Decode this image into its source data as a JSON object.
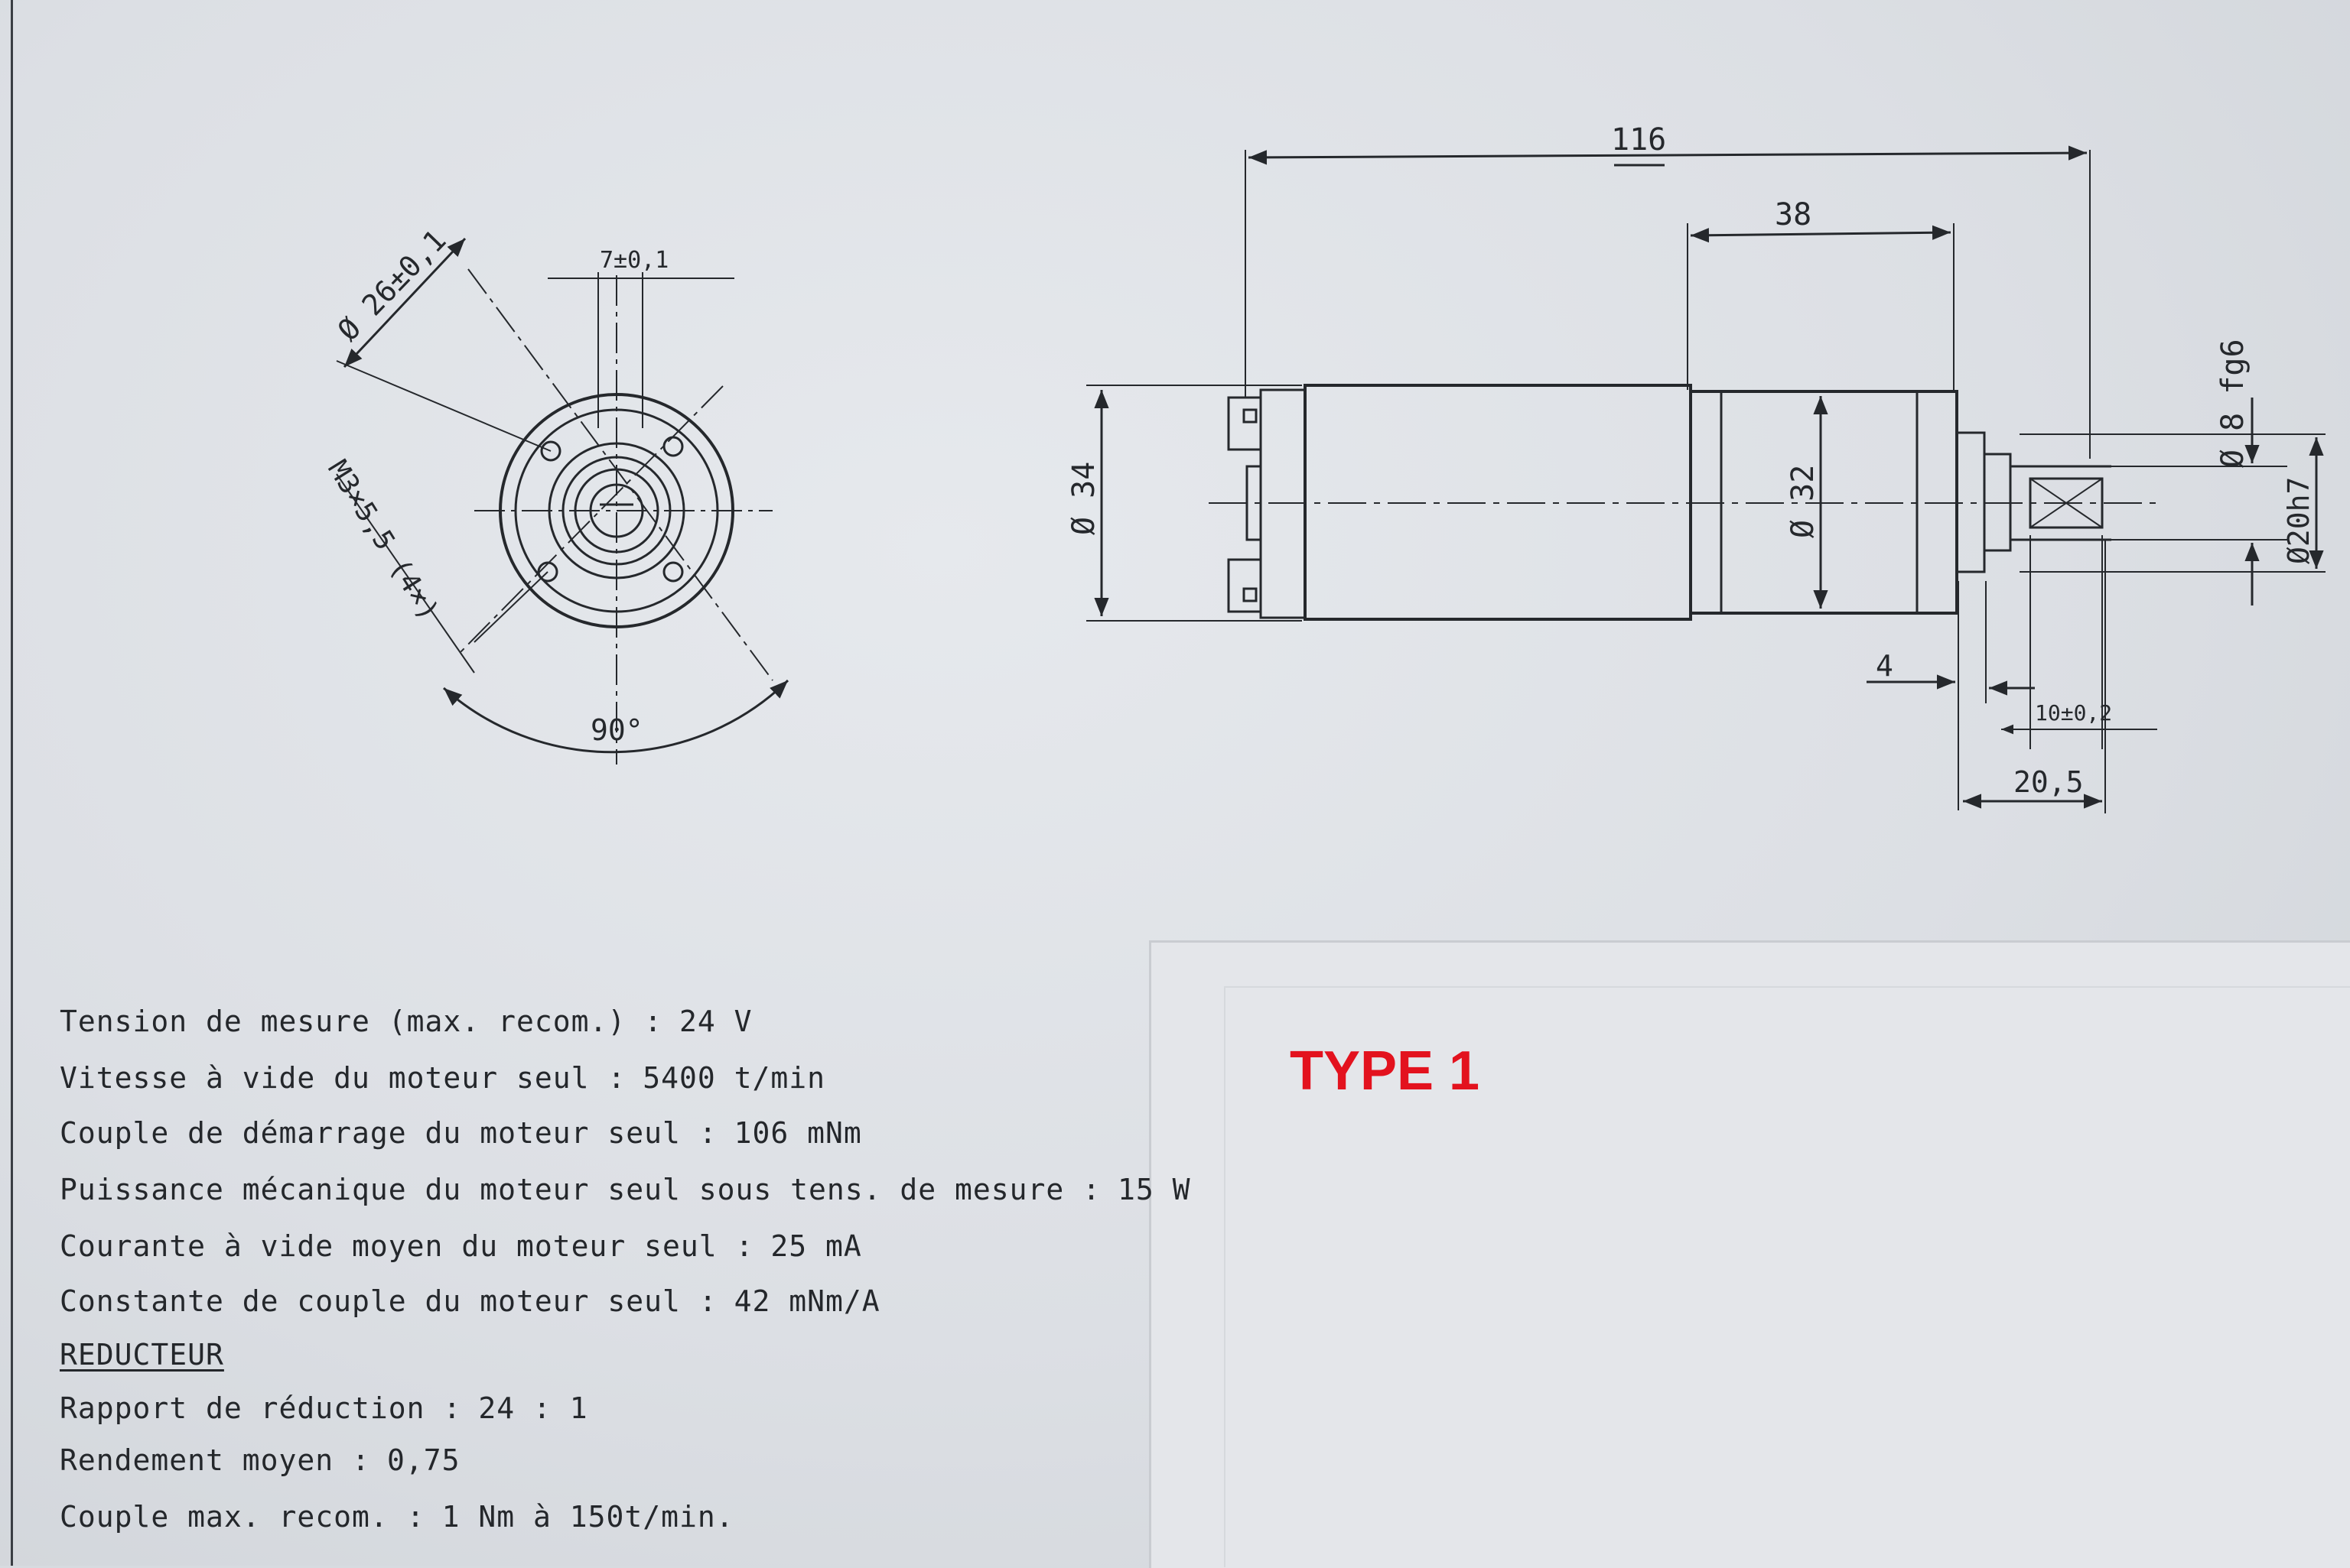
{
  "front_view": {
    "dim_diameter": "Ø 26±0,1",
    "dim_offset": "7±0,1",
    "dim_holes": "M3×5,5 (4×)",
    "dim_angle": "90°"
  },
  "side_view": {
    "dim_total_length": "116",
    "dim_gear_length": "38",
    "dim_motor_diameter": "Ø 34",
    "dim_gear_diameter": "Ø 32",
    "dim_shaft_diameter": "Ø 8 fg6",
    "dim_spigot_diameter": "Ø20h7",
    "dim_spigot_length": "4",
    "dim_flat_length": "10±0,2",
    "dim_shaft_length": "20,5"
  },
  "specs": [
    {
      "label": "Tension de mesure    (max. recom.) :",
      "value": "24 V"
    },
    {
      "label": "Vitesse à vide du moteur seul :",
      "value": "5400 t/min"
    },
    {
      "label": "Couple de démarrage du moteur seul :",
      "value": "106 mNm"
    },
    {
      "label": "Puissance mécanique du moteur seul sous tens. de mesure :",
      "value": "15 W"
    },
    {
      "label": "Courante à vide moyen du moteur seul :",
      "value": "25 mA"
    },
    {
      "label": "Constante de couple du moteur seul :",
      "value": "42 mNm/A"
    }
  ],
  "reducer": {
    "title": "REDUCTEUR",
    "specs": [
      {
        "label": "Rapport de réduction :",
        "value": "24 : 1"
      },
      {
        "label": "Rendement moyen :",
        "value": "0,75"
      },
      {
        "label": "Couple max. recom. :",
        "value": "1 Nm  à 150t/min."
      }
    ]
  },
  "type_label": "TYPE 1",
  "colors": {
    "ink": "#25282c",
    "type_label": "#e3121e",
    "paper": "#dfe2e6"
  }
}
